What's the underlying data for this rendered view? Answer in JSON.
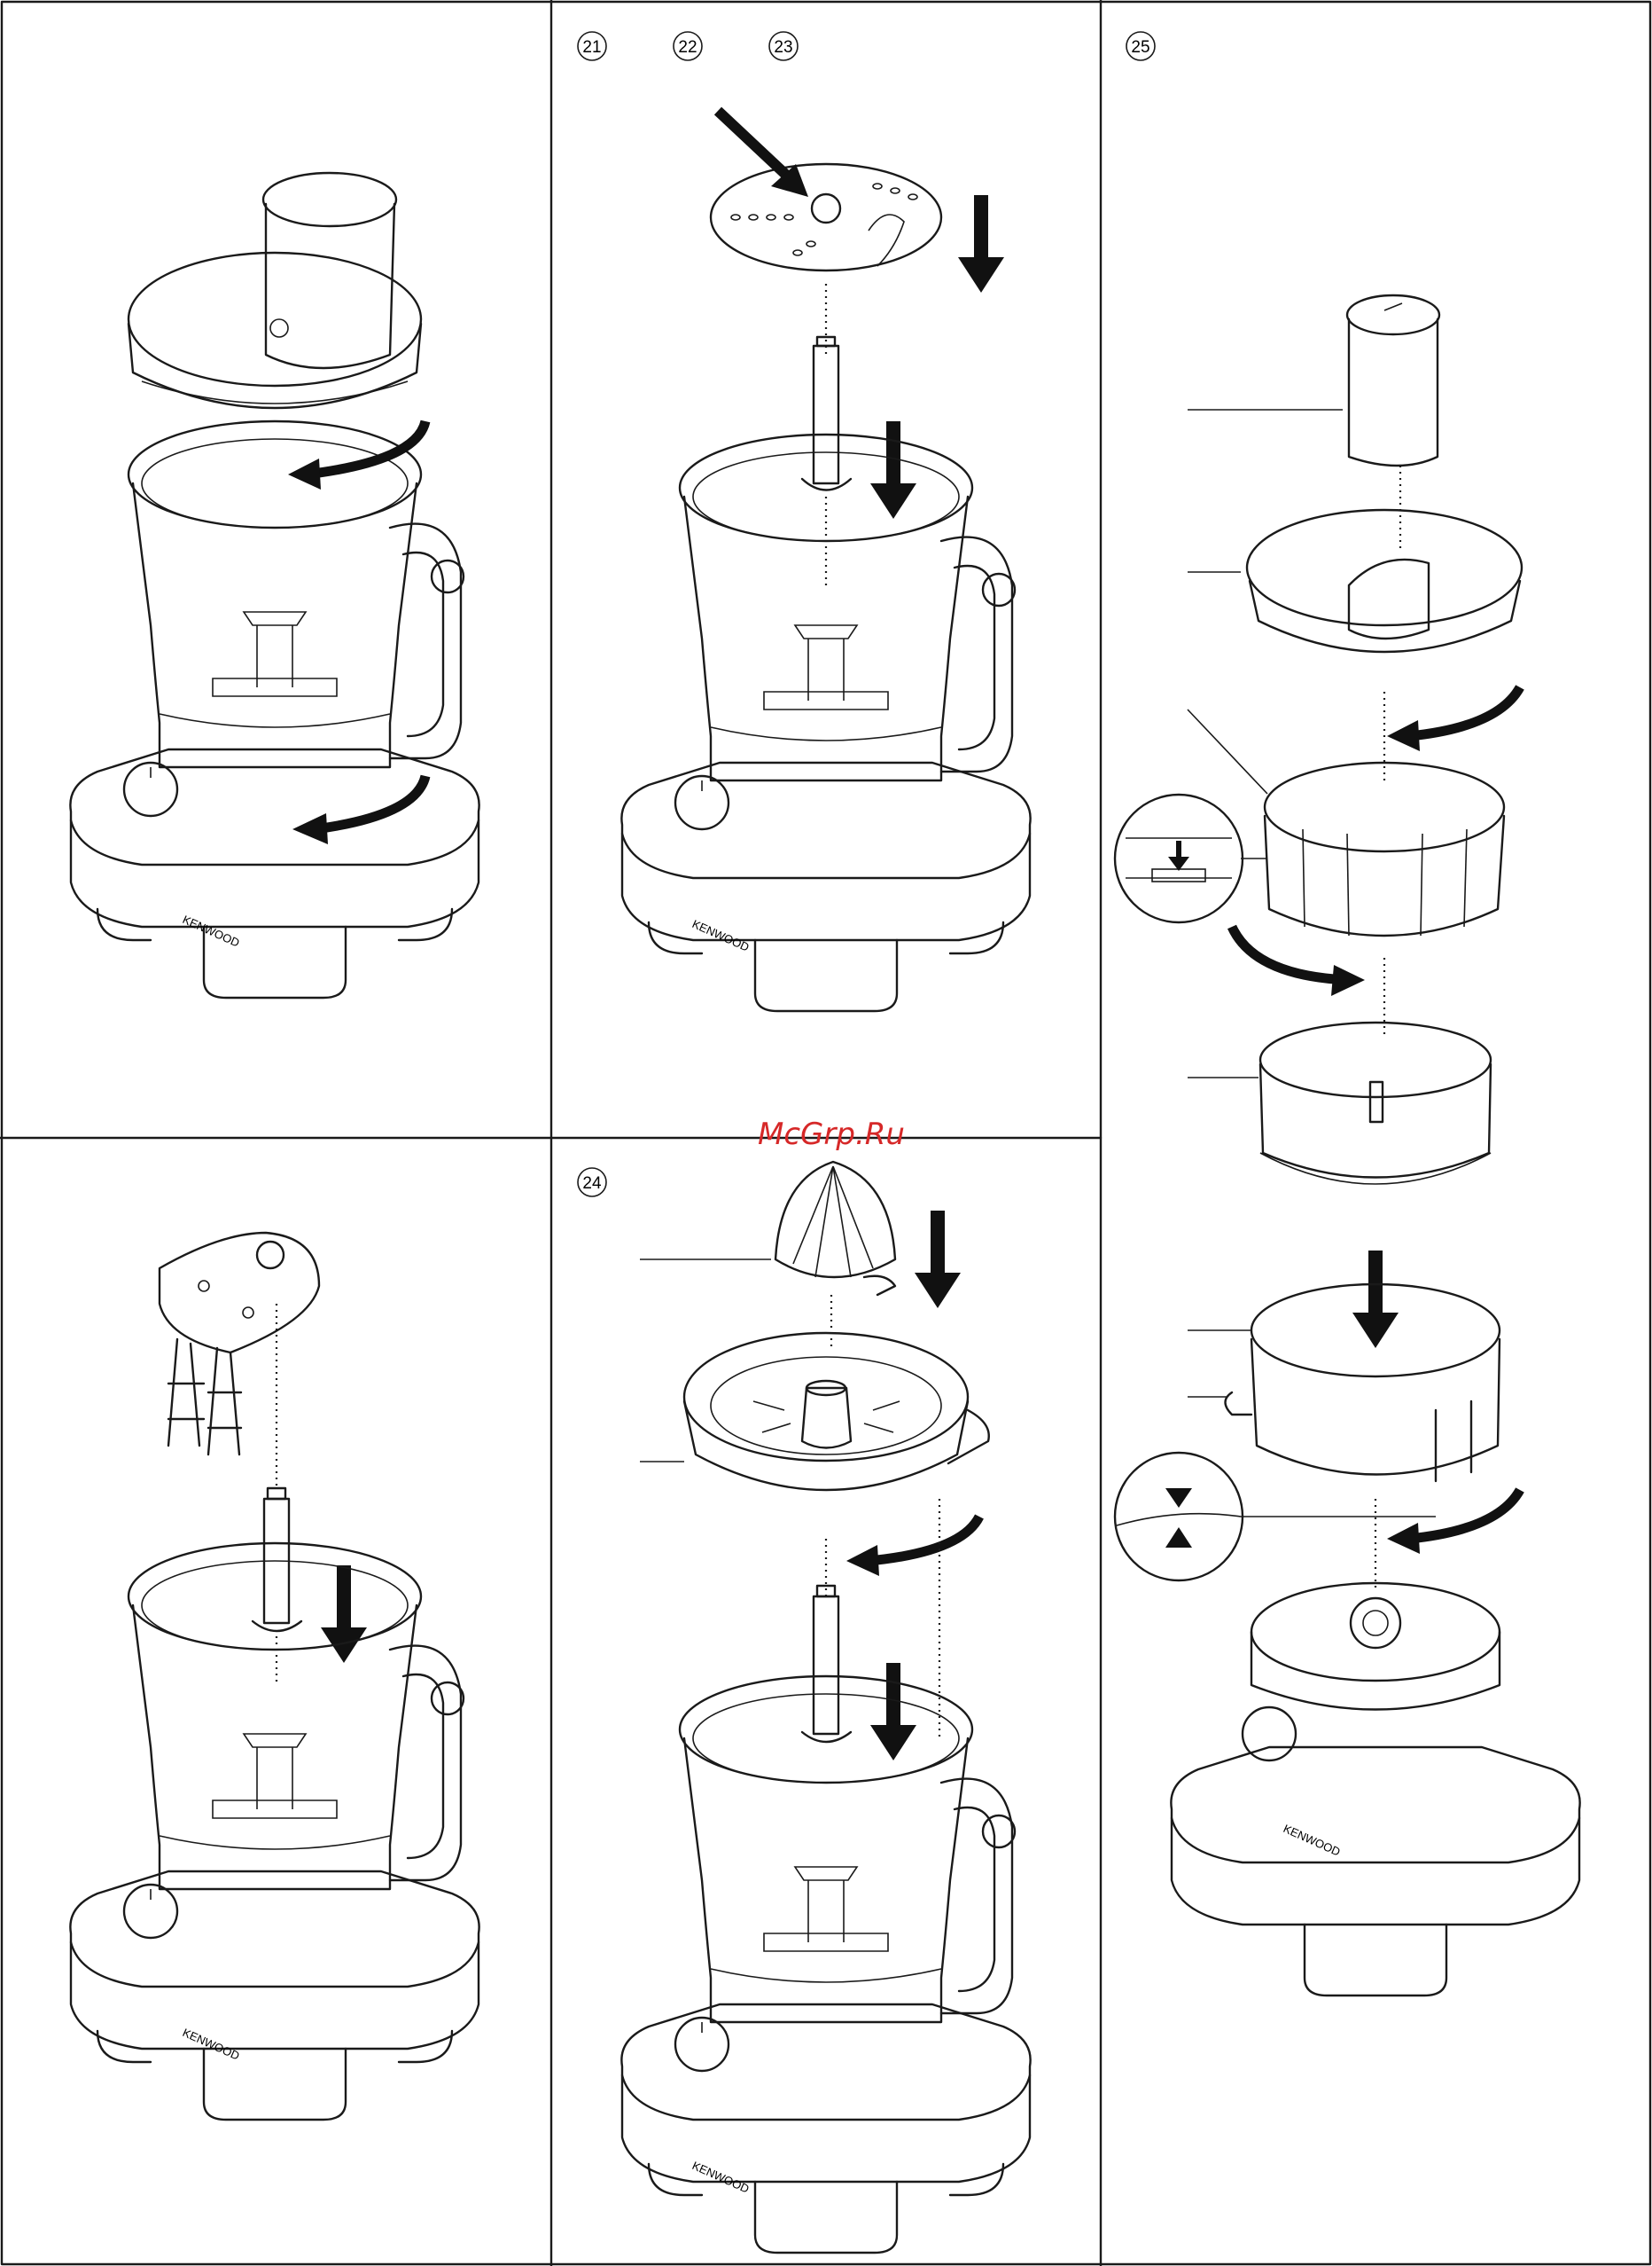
{
  "page": {
    "step_labels": {
      "s21": "21",
      "s22": "22",
      "s23": "23",
      "s24": "24",
      "s25": "25"
    },
    "brand_label": "KENWOOD",
    "watermark": "McGrp.Ru",
    "colors": {
      "line": "#1a1a1a",
      "watermark": "#d62828",
      "background": "#ffffff"
    }
  }
}
